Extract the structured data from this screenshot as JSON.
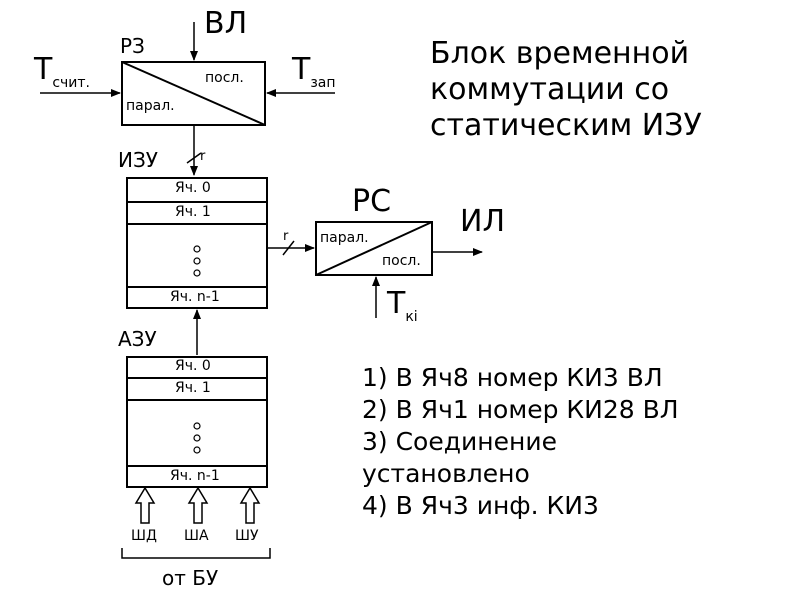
{
  "title_lines": [
    "Блок временной",
    "коммутации со",
    "статическим ИЗУ"
  ],
  "rz": {
    "label": "РЗ",
    "parallel": "парал.",
    "serial": "посл."
  },
  "vl_label": "ВЛ",
  "t_read": {
    "main": "Т",
    "sub": "счит."
  },
  "t_write": {
    "main": "Т",
    "sub": "зап"
  },
  "izu": {
    "label": "ИЗУ",
    "bus_width": "r",
    "cells": [
      "Яч. 0",
      "Яч. 1",
      "Яч. n-1"
    ]
  },
  "rs": {
    "label": "РС",
    "parallel": "парал.",
    "serial": "посл.",
    "bus_width": "r"
  },
  "il_label": "ИЛ",
  "t_ki": {
    "main": "Т",
    "sub": "кi"
  },
  "azu": {
    "label": "АЗУ",
    "cells": [
      "Яч. 0",
      "Яч. 1",
      "Яч. n-1"
    ]
  },
  "buses": [
    "ШД",
    "ША",
    "ШУ"
  ],
  "from_bu": "от БУ",
  "notes": [
    "1) В Яч8 номер КИ3 ВЛ",
    "2) В Яч1 номер КИ28 ВЛ",
    "3) Соединение",
    "установлено",
    "4) В Яч3 инф. КИ3"
  ]
}
